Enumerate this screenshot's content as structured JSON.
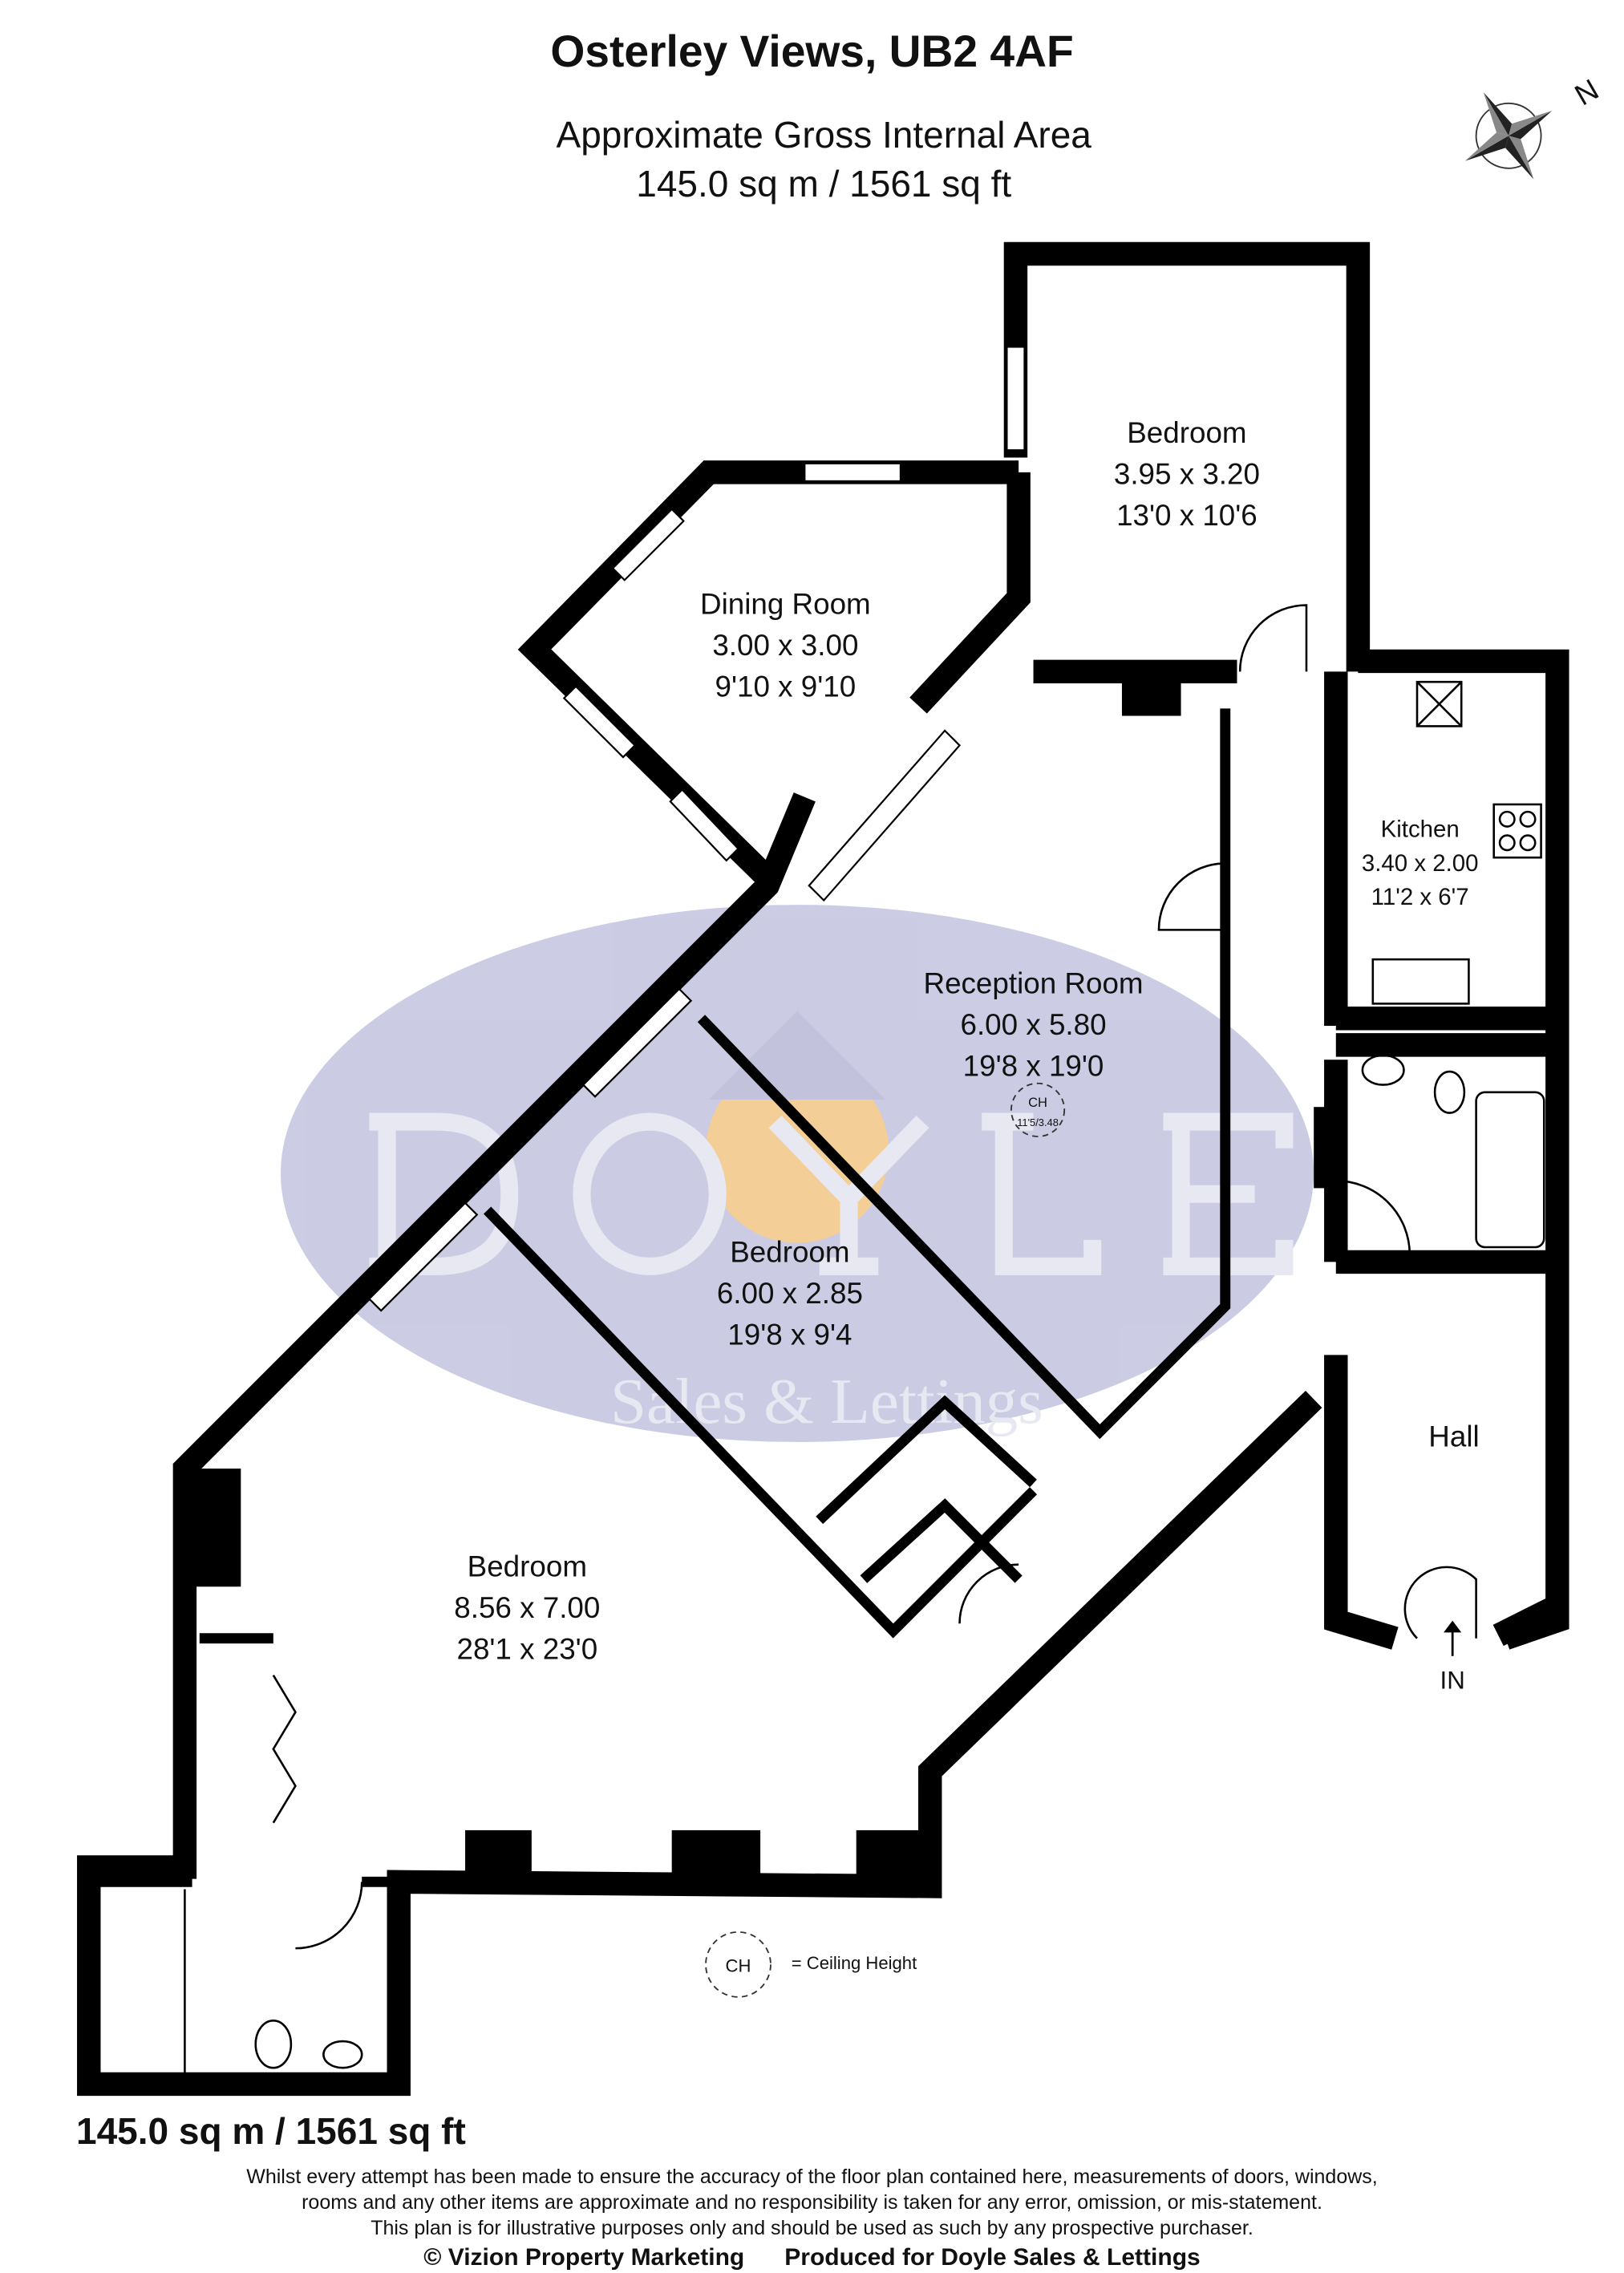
{
  "header": {
    "title": "Osterley Views, UB2 4AF",
    "subtitle": "Approximate Gross Internal Area",
    "area": "145.0 sq m / 1561 sq ft",
    "compass_label": "N"
  },
  "rooms": [
    {
      "name": "Bedroom",
      "metric": "3.95 x 3.20",
      "imperial": "13'0 x 10'6"
    },
    {
      "name": "Dining Room",
      "metric": "3.00 x 3.00",
      "imperial": "9'10 x 9'10"
    },
    {
      "name": "Kitchen",
      "metric": "3.40 x 2.00",
      "imperial": "11'2 x 6'7"
    },
    {
      "name": "Reception Room",
      "metric": "6.00 x 5.80",
      "imperial": "19'8 x 19'0"
    },
    {
      "name": "Bedroom",
      "metric": "6.00 x 2.85",
      "imperial": "19'8 x 9'4"
    },
    {
      "name": "Hall",
      "metric": "",
      "imperial": ""
    },
    {
      "name": "Bedroom",
      "metric": "8.56 x 7.00",
      "imperial": "28'1 x 23'0"
    }
  ],
  "ceiling": {
    "badge": "CH",
    "value": "11'5/3.48",
    "legend_badge": "CH",
    "legend_text": "= Ceiling Height"
  },
  "entrance_label": "IN",
  "watermark": {
    "brand": "DOYLE",
    "tagline": "Sales & Lettings",
    "color": "#c3c3df",
    "accent": "#f6c77a"
  },
  "footer": {
    "area": "145.0 sq m / 1561 sq ft",
    "disclaimer": [
      "Whilst every attempt has been made to ensure the accuracy of the floor plan contained here, measurements of doors, windows,",
      "rooms and any other items are approximate and no responsibility is taken for any error, omission, or mis-statement.",
      "This plan is for illustrative purposes only and should be used as such by any prospective purchaser."
    ],
    "credit_left": "© Vizion Property Marketing",
    "credit_right": "Produced for Doyle Sales & Lettings"
  }
}
